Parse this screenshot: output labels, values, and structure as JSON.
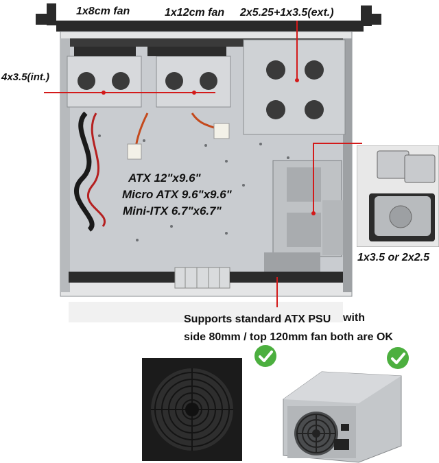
{
  "labels": {
    "fan_8cm": "1x8cm fan",
    "fan_12cm": "1x12cm fan",
    "bays_ext": "2x5.25+1x3.5(ext.)",
    "bays_int": "4x3.5(int.)",
    "mb_atx": "ATX 12\"x9.6\"",
    "mb_micro": "Micro ATX 9.6\"x9.6\"",
    "mb_mini": "Mini-ITX 6.7\"x6.7\"",
    "drive_option": "1x3.5 or 2x2.5",
    "psu_line1_a": "Supports standard ATX PSU",
    "psu_line1_b": "with",
    "psu_line2": "side 80mm / top 120mm fan both are OK"
  },
  "colors": {
    "accent_red": "#d31a1a",
    "check_green": "#4caf3f",
    "chassis_silver": "#c4c7ca",
    "chassis_black": "#1e1e1e"
  },
  "icons": [
    "checkmark-icon",
    "checkmark-icon"
  ]
}
